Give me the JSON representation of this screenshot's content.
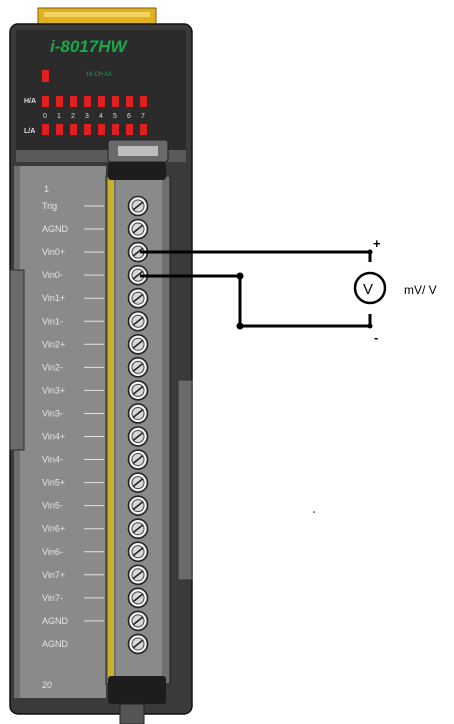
{
  "module": {
    "brand": "i-8017HW",
    "subtitle": "16 CH A/I",
    "led_rows": [
      "H/A",
      "L/A"
    ],
    "led_channels": [
      "0",
      "1",
      "2",
      "3",
      "4",
      "5",
      "6",
      "7"
    ],
    "pin_number_top": "1",
    "pin_number_bottom": "20",
    "pins": [
      "Trig",
      "AGND",
      "Vin0+",
      "Vin0-",
      "Vin1+",
      "Vin1-",
      "Vin2+",
      "Vin2-",
      "Vin3+",
      "Vin3-",
      "Vin4+",
      "Vin4-",
      "Vin5+",
      "Vin5-",
      "Vin6+",
      "Vin6-",
      "Vin7+",
      "Vin7-",
      "AGND",
      "AGND"
    ]
  },
  "meter": {
    "symbol": "V",
    "label": "mV/ V",
    "plus": "+",
    "minus": "-"
  },
  "colors": {
    "housing": "#3a3a3a",
    "panel": "#7f7f7f",
    "led": "#e02020",
    "brand": "#1aa84a",
    "latch": "#e0b21e",
    "wire": "#000000"
  }
}
